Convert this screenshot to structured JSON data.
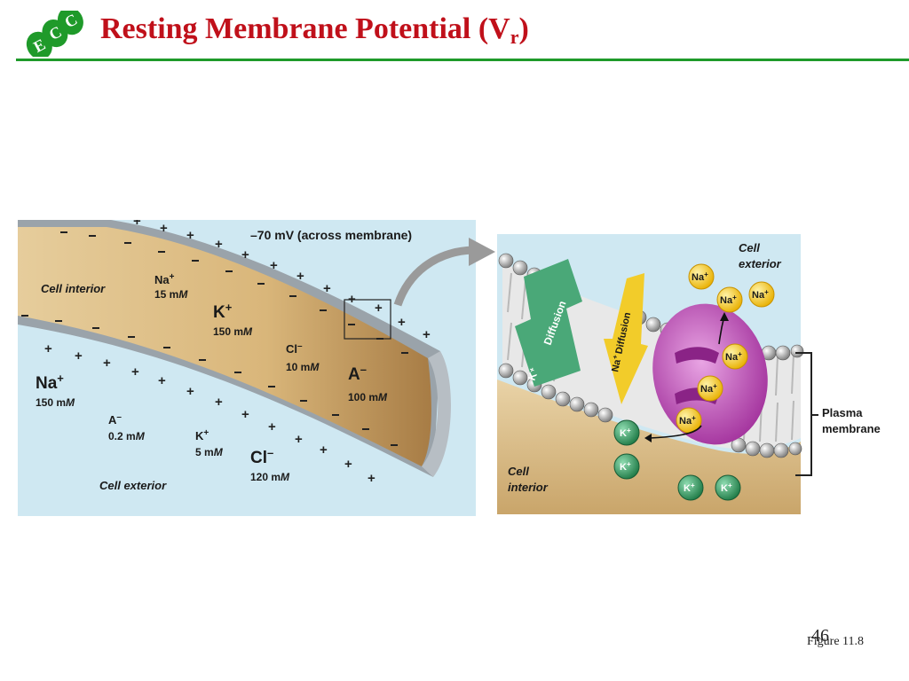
{
  "slide": {
    "title_main": "Resting Membrane Potential (V",
    "title_sub": "r",
    "title_close": ")",
    "page_number": "46",
    "figure_ref": "Figure 11.8"
  },
  "logo": {
    "text": "ECC",
    "color": "#1f9a2a"
  },
  "left_panel": {
    "voltage": "–70 mV (across membrane)",
    "cell_interior": "Cell interior",
    "cell_exterior": "Cell exterior",
    "inside_ions": [
      {
        "ion": "Na",
        "charge": "+",
        "conc": "15 m",
        "unit": "M"
      },
      {
        "ion": "K",
        "charge": "+",
        "conc": "150 m",
        "unit": "M"
      },
      {
        "ion": "Cl",
        "charge": "–",
        "conc": "10 m",
        "unit": "M"
      },
      {
        "ion": "A",
        "charge": "–",
        "conc": "100 m",
        "unit": "M"
      }
    ],
    "outside_ions": [
      {
        "ion": "Na",
        "charge": "+",
        "conc": "150 m",
        "unit": "M"
      },
      {
        "ion": "A",
        "charge": "–",
        "conc": "0.2 m",
        "unit": "M"
      },
      {
        "ion": "K",
        "charge": "+",
        "conc": "5 m",
        "unit": "M"
      },
      {
        "ion": "Cl",
        "charge": "–",
        "conc": "120 m",
        "unit": "M"
      }
    ]
  },
  "right_panel": {
    "cell_exterior": [
      "Cell",
      "exterior"
    ],
    "cell_interior": [
      "Cell",
      "interior"
    ],
    "plasma_membrane": [
      "Plasma",
      "membrane"
    ],
    "k_diffusion": "Diffusion",
    "k_label": "K",
    "na_diffusion": "Diffusion",
    "na_label": "Na",
    "na_ion": "Na",
    "k_ion": "K",
    "plus": "+"
  },
  "colors": {
    "title": "#c0101a",
    "rule": "#1f9a2a",
    "exterior_bg": "#cfe8f2",
    "cytoplasm": "#e2c48e",
    "na_ball": "#f5c518",
    "k_ball": "#2e9a5e",
    "pump": "#b23fae",
    "k_arrow": "#4aa878",
    "na_arrow": "#f2cc2a"
  }
}
